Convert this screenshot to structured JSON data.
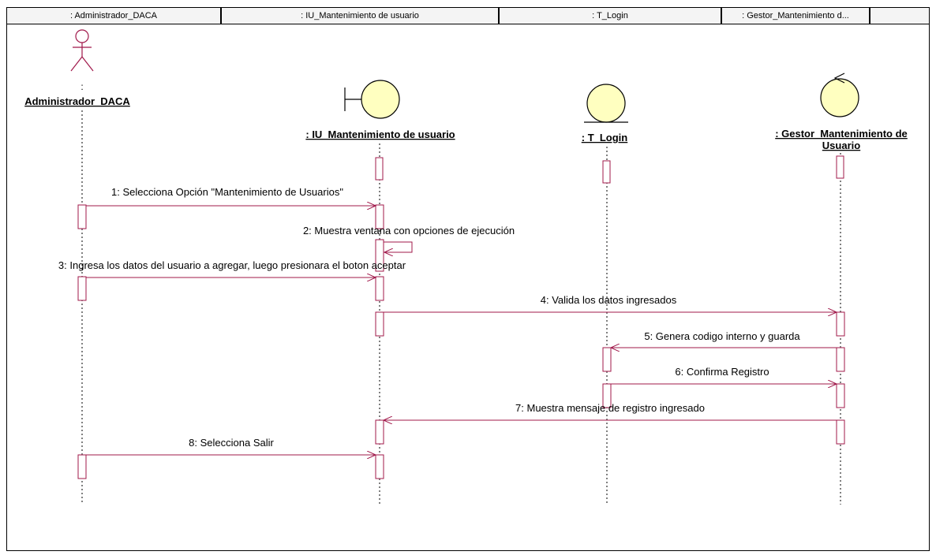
{
  "header": {
    "cells": [
      ": Administrador_DACA",
      ": IU_Mantenimiento de usuario",
      ": T_Login",
      ": Gestor_Mantenimiento d...",
      ""
    ]
  },
  "actors": {
    "admin_colon": ":",
    "admin_name": "Administrador_DACA",
    "iu_name": ": IU_Mantenimiento de usuario",
    "login_name": ": T_Login",
    "gestor_line1": ": Gestor_Mantenimiento de",
    "gestor_line2": "Usuario"
  },
  "messages": [
    "1: Selecciona Opción \"Mantenimiento de Usuarios\"",
    "2: Muestra ventana con opciones de ejecución",
    "3: Ingresa los datos del usuario a agregar, luego presionara el boton aceptar",
    "4: Valida los datos ingresados",
    "5: Genera codigo interno y guarda",
    "6: Confirma Registro",
    "7: Muestra mensaje de registro ingresado",
    "8: Selecciona Salir"
  ],
  "colors": {
    "message_line": "#a0184a",
    "object_fill": "#ffffc0",
    "border": "#000000"
  }
}
